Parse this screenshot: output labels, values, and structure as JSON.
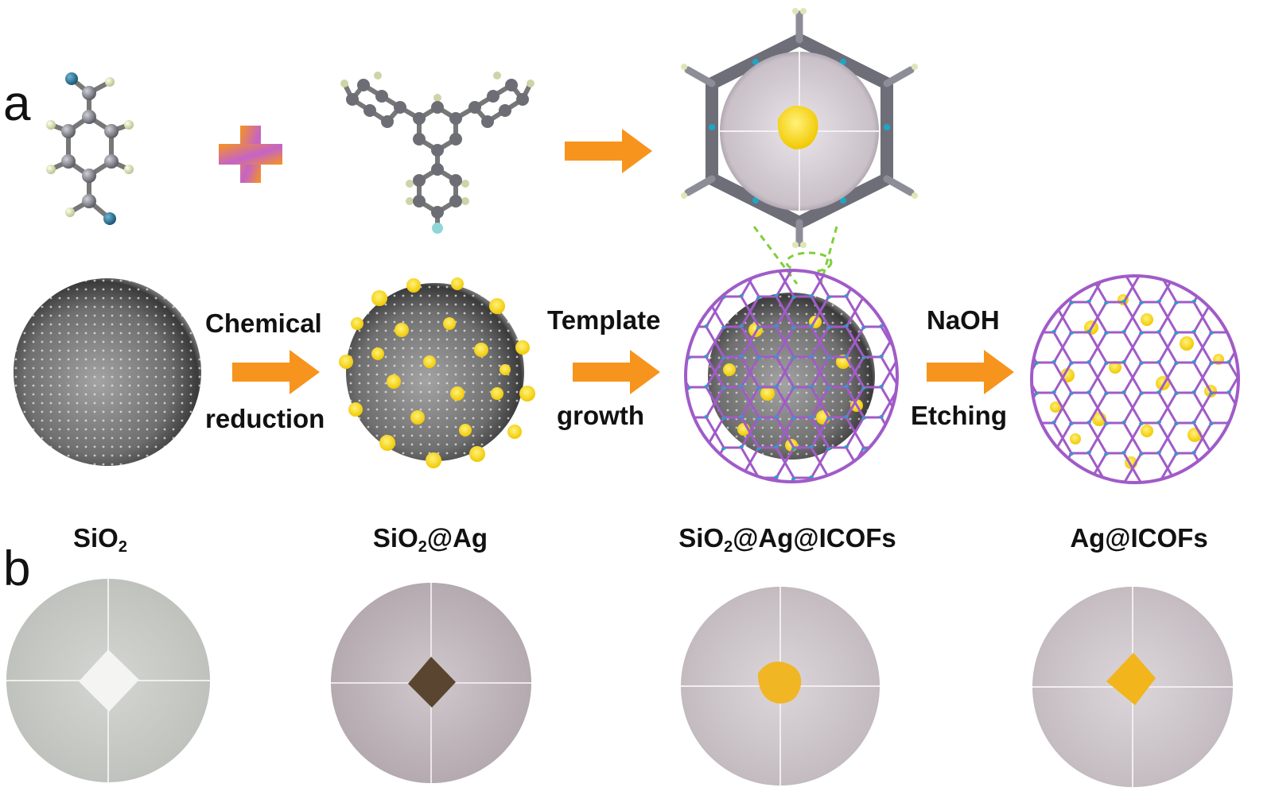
{
  "panel_a": {
    "letter": "a",
    "steps": [
      {
        "line1": "Chemical",
        "line2": "reduction"
      },
      {
        "line1": "Template",
        "line2": "growth"
      },
      {
        "line1": "NaOH",
        "line2": "Etching"
      }
    ]
  },
  "panel_b": {
    "letter": "b",
    "samples": [
      {
        "prefix": "SiO",
        "sub": "2",
        "suffix": "",
        "powder_color": "#f4f4f2"
      },
      {
        "prefix": "SiO",
        "sub": "2",
        "suffix": "@Ag",
        "powder_color": "#5a4630"
      },
      {
        "prefix": "SiO",
        "sub": "2",
        "suffix": "@Ag@ICOFs",
        "powder_color": "#f0b624"
      },
      {
        "prefix": "Ag@ICOFs",
        "sub": "",
        "suffix": "",
        "powder_color": "#f2b51c"
      }
    ]
  },
  "colors": {
    "arrow": "#f7941d",
    "cof_framework": "#a05bc8",
    "nitrogen": "#1aa8c8",
    "silver_particles": "#f2d40a",
    "silica_sphere": "#7a7a7a"
  }
}
